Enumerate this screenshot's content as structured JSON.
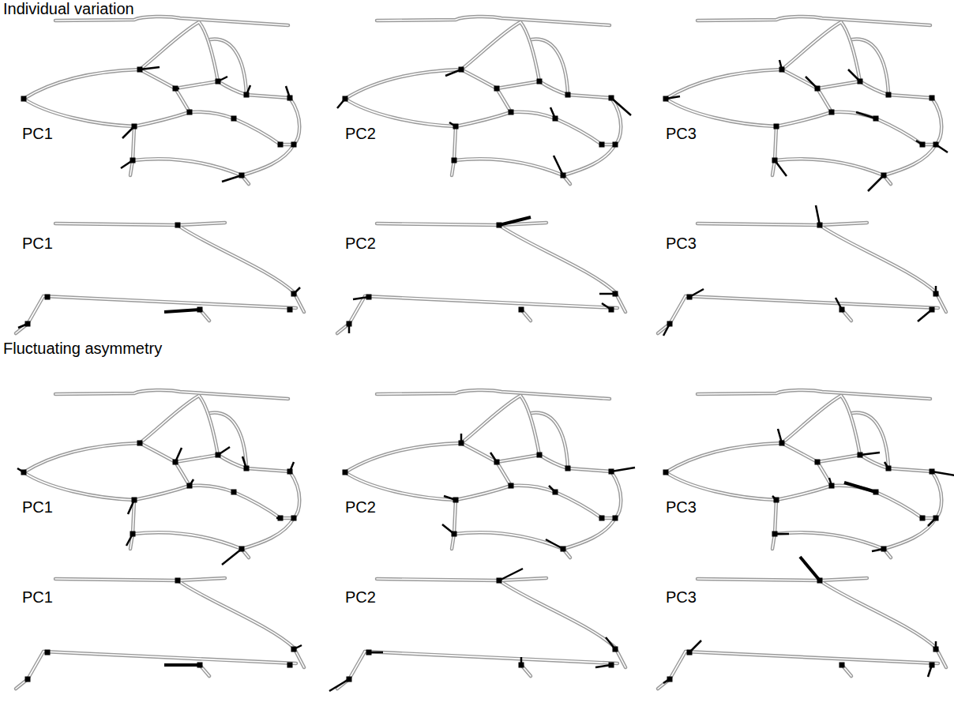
{
  "diagram": {
    "labels": [
      "Individual variation",
      "PC1",
      "PC2",
      "PC3",
      "PC1",
      "PC2",
      "PC3",
      "Fluctuating asymmetry",
      "PC1",
      "PC2",
      "PC3",
      "PC1",
      "PC2",
      "PC3"
    ]
  }
}
